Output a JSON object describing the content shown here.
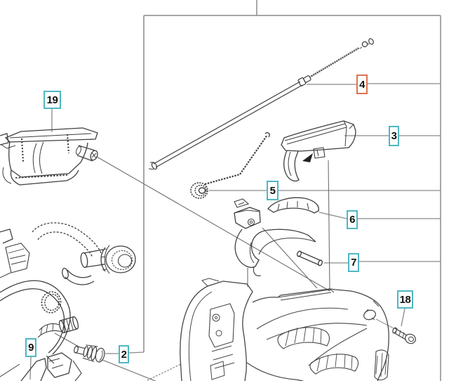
{
  "diagram": {
    "type": "exploded-parts-diagram",
    "background_color": "#ffffff",
    "frame_color": "#8a8a8a",
    "leader_color": "#8a8a8a",
    "part_line_color": "#3f3f3f",
    "colors": {
      "default_border": "#4fb7c3",
      "highlight_border": "#dd7352",
      "text": "#101010"
    },
    "highlighted_callout": "4",
    "callouts": [
      {
        "id": "19",
        "label": "19",
        "border": "#4fb7c3"
      },
      {
        "id": "4",
        "label": "4",
        "border": "#dd7352"
      },
      {
        "id": "3",
        "label": "3",
        "border": "#4fb7c3"
      },
      {
        "id": "5",
        "label": "5",
        "border": "#4fb7c3"
      },
      {
        "id": "6",
        "label": "6",
        "border": "#4fb7c3"
      },
      {
        "id": "7",
        "label": "7",
        "border": "#4fb7c3"
      },
      {
        "id": "18",
        "label": "18",
        "border": "#4fb7c3"
      },
      {
        "id": "9",
        "label": "9",
        "border": "#4fb7c3"
      },
      {
        "id": "2",
        "label": "2",
        "border": "#4fb7c3"
      }
    ]
  }
}
